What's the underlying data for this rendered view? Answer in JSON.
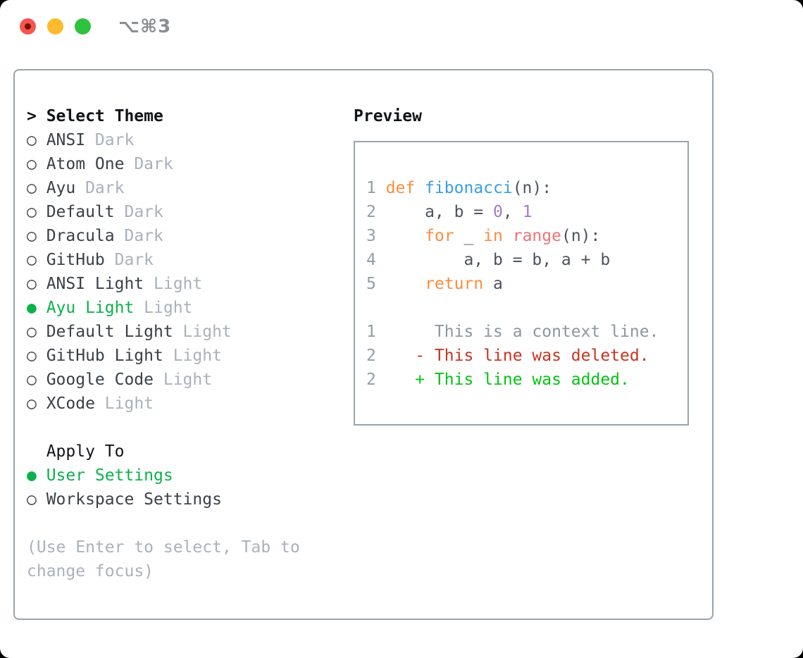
{
  "titlebar": {
    "shortcut": "⌥⌘3"
  },
  "colors": {
    "light_red": "#f4554e",
    "light_red_dot": "#75100b",
    "light_yellow": "#fcbb2e",
    "light_green": "#2fc23e",
    "shortcut_fg": "#8a8d91",
    "border": "#9aa3ad",
    "title_fg": "#111418",
    "item_fg": "#3a4047",
    "tag_fg": "#a9b1bb",
    "hint_fg": "#a9b1bb",
    "selected_green": "#0cb14b",
    "keyword": "#fa8d3e",
    "function": "#399ee6",
    "builtin": "#f07178",
    "number": "#a37acc",
    "code_fg": "#4d535b",
    "gutter": "#959da6",
    "context": "#8d96a0",
    "deleted": "#c8341f",
    "added": "#04c313"
  },
  "theme_panel": {
    "prompt": ">",
    "title": "Select Theme",
    "items": [
      {
        "marker": "○",
        "name": "ANSI",
        "tag": "Dark",
        "selected": false
      },
      {
        "marker": "○",
        "name": "Atom One",
        "tag": "Dark",
        "selected": false
      },
      {
        "marker": "○",
        "name": "Ayu",
        "tag": "Dark",
        "selected": false
      },
      {
        "marker": "○",
        "name": "Default",
        "tag": "Dark",
        "selected": false
      },
      {
        "marker": "○",
        "name": "Dracula",
        "tag": "Dark",
        "selected": false
      },
      {
        "marker": "○",
        "name": "GitHub",
        "tag": "Dark",
        "selected": false
      },
      {
        "marker": "○",
        "name": "ANSI Light",
        "tag": "Light",
        "selected": false
      },
      {
        "marker": "●",
        "name": "Ayu Light",
        "tag": "Light",
        "selected": true
      },
      {
        "marker": "○",
        "name": "Default Light",
        "tag": "Light",
        "selected": false
      },
      {
        "marker": "○",
        "name": "GitHub Light",
        "tag": "Light",
        "selected": false
      },
      {
        "marker": "○",
        "name": "Google Code",
        "tag": "Light",
        "selected": false
      },
      {
        "marker": "○",
        "name": "XCode",
        "tag": "Light",
        "selected": false
      }
    ],
    "apply_to": {
      "title": "Apply To",
      "options": [
        {
          "marker": "●",
          "label": "User Settings",
          "selected": true
        },
        {
          "marker": "○",
          "label": "Workspace Settings",
          "selected": false
        }
      ]
    },
    "hint": "(Use Enter to select, Tab to change focus)"
  },
  "preview": {
    "title": "Preview",
    "lines": [
      {
        "num": "1",
        "segments": [
          {
            "t": "def "
          },
          {
            "t": "fibonacci"
          },
          {
            "t": "(n):"
          }
        ]
      },
      {
        "num": "2",
        "segments": [
          {
            "t": "    a, b = "
          },
          {
            "t": "0"
          },
          {
            "t": ", "
          },
          {
            "t": "1"
          }
        ]
      },
      {
        "num": "3",
        "segments": [
          {
            "t": "    "
          },
          {
            "t": "for"
          },
          {
            "t": " _ "
          },
          {
            "t": "in"
          },
          {
            "t": " "
          },
          {
            "t": "range"
          },
          {
            "t": "(n):"
          }
        ]
      },
      {
        "num": "4",
        "segments": [
          {
            "t": "        a, b = b, a + b"
          }
        ]
      },
      {
        "num": "5",
        "segments": [
          {
            "t": "    "
          },
          {
            "t": "return"
          },
          {
            "t": " a"
          }
        ]
      },
      {
        "num": "",
        "segments": [
          {
            "t": ""
          }
        ]
      },
      {
        "num": "1",
        "segments": [
          {
            "t": "     This is a context line."
          }
        ]
      },
      {
        "num": "2",
        "segments": [
          {
            "t": "   - This line was deleted."
          }
        ]
      },
      {
        "num": "2",
        "segments": [
          {
            "t": "   + This line was added."
          }
        ]
      }
    ]
  }
}
